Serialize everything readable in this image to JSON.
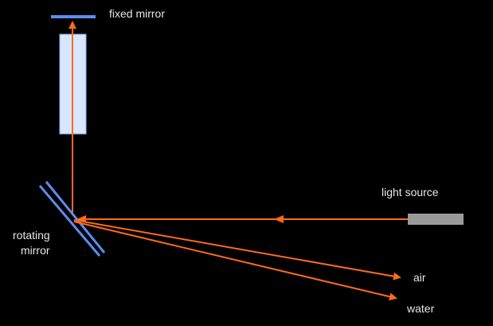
{
  "labels": {
    "fixed_mirror": "fixed mirror",
    "light_source": "light source",
    "rotating_mirror_line1": "rotating",
    "rotating_mirror_line2": "mirror",
    "air": "air",
    "water": "water"
  },
  "colors": {
    "background": "#000000",
    "beam": "#ff6a1a",
    "mirror": "#5b8def",
    "tube_fill": "#d9e6ff",
    "tube_stroke": "#8fb0f0",
    "light_source": "#9a9a9a",
    "text": "#e6e6e6"
  }
}
